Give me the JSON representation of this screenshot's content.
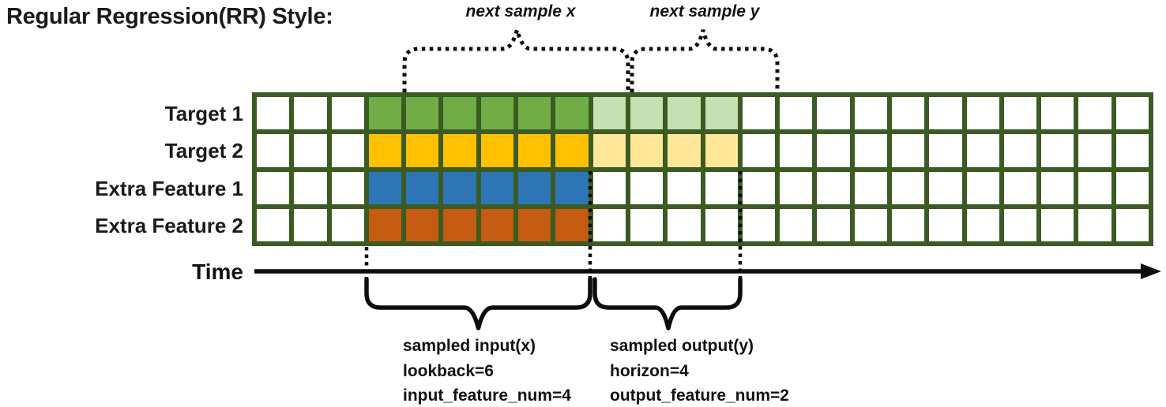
{
  "title": "Regular Regression(RR) Style:",
  "annotations": {
    "next_sample_x": "next sample x",
    "next_sample_y": "next sample y",
    "time_label": "Time"
  },
  "sampled_input": {
    "title": "sampled input(x)",
    "lookback": "lookback=6",
    "feature_num": "input_feature_num=4"
  },
  "sampled_output": {
    "title": "sampled output(y)",
    "horizon": "horizon=4",
    "feature_num": "output_feature_num=2"
  },
  "colors": {
    "white": "#ffffff",
    "green": "#70AD47",
    "light_green": "#C6E0B4",
    "yellow": "#FFC000",
    "light_yellow": "#FFE699",
    "blue": "#2E75B6",
    "orange": "#C55A11",
    "grid_line": "#3B5B22",
    "annotation_line": "#0d0d0d"
  },
  "grid": {
    "columns": 24,
    "rows": [
      {
        "label": "Target 1",
        "segments": [
          {
            "color": "white",
            "count": 3
          },
          {
            "color": "green",
            "count": 6
          },
          {
            "color": "light_green",
            "count": 4
          },
          {
            "color": "white",
            "count": 11
          }
        ]
      },
      {
        "label": "Target 2",
        "segments": [
          {
            "color": "white",
            "count": 3
          },
          {
            "color": "yellow",
            "count": 6
          },
          {
            "color": "light_yellow",
            "count": 4
          },
          {
            "color": "white",
            "count": 11
          }
        ]
      },
      {
        "label": "Extra Feature 1",
        "segments": [
          {
            "color": "white",
            "count": 3
          },
          {
            "color": "blue",
            "count": 6
          },
          {
            "color": "white",
            "count": 15
          }
        ]
      },
      {
        "label": "Extra Feature 2",
        "segments": [
          {
            "color": "white",
            "count": 3
          },
          {
            "color": "orange",
            "count": 6
          },
          {
            "color": "white",
            "count": 15
          }
        ]
      }
    ]
  }
}
